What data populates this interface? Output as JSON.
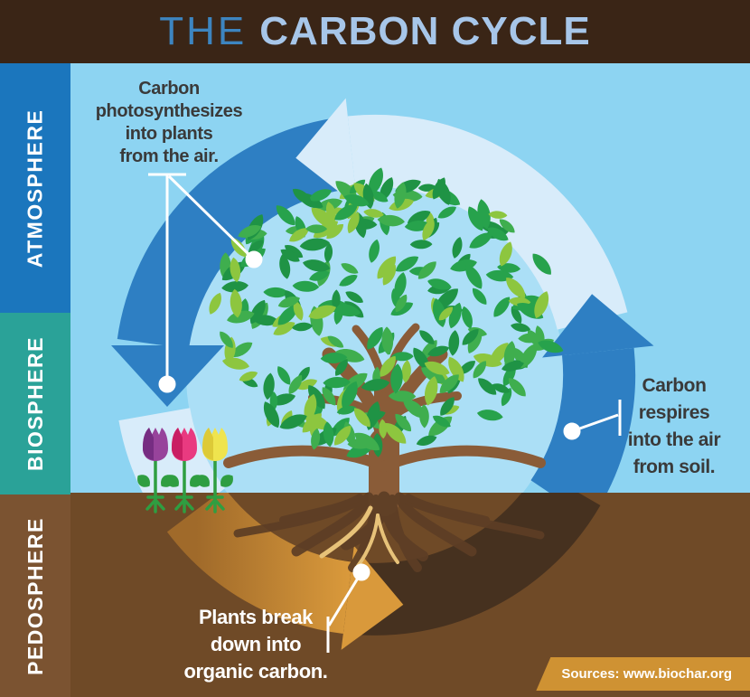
{
  "header": {
    "title_prefix": "THE",
    "title_main": "CARBON CYCLE",
    "bg": "#3a2516",
    "prefix_color": "#3d85c0",
    "main_color": "#a7c6e9"
  },
  "zones": [
    {
      "label": "ATMOSPHERE",
      "color": "#1b76bd"
    },
    {
      "label": "BIOSPHERE",
      "color": "#2aa298"
    },
    {
      "label": "PEDOSPHERE",
      "color": "#7b5331"
    }
  ],
  "scene": {
    "sky": "#8dd4f2",
    "inner_sky": "#abdff6",
    "soil": "#6f4a27"
  },
  "cycle": {
    "direction": "counterclockwise",
    "arrows": [
      {
        "name": "air-arrow",
        "segment": "top",
        "points": "left",
        "color": "#d8ecfa"
      },
      {
        "name": "photosynthesis-arrow",
        "segment": "left",
        "points": "down",
        "color": "#2e7fc3"
      },
      {
        "name": "decomposition-arrow",
        "segment": "bottom",
        "points": "right",
        "color_start": "#a06a2a",
        "color_end": "#d9993b"
      },
      {
        "name": "soil-shadow-arc",
        "segment": "bottom-right",
        "points": "up",
        "color": "#46311f"
      },
      {
        "name": "respiration-arrow",
        "segment": "right",
        "points": "up",
        "color": "#2e7fc3"
      }
    ]
  },
  "annotations": {
    "photosynthesis": {
      "lines": [
        "Carbon",
        "photosynthesizes",
        "into plants",
        "from the air."
      ],
      "color": "#3a3a3a"
    },
    "respiration": {
      "lines": [
        "Carbon",
        "respires",
        "into the air",
        "from soil."
      ],
      "color": "#3a3a3a"
    },
    "decomposition": {
      "lines": [
        "Plants break",
        "down into",
        "organic carbon."
      ],
      "color": "#ffffff"
    }
  },
  "tree": {
    "trunk_color": "#8a5c38",
    "root_color": "#5d3e25",
    "root_highlight": "#e7c279",
    "leaf_colors": [
      "#27a24c",
      "#8dc63f",
      "#3fae4e",
      "#1f9345"
    ]
  },
  "flowers": {
    "stem_color": "#2f9e41",
    "tulips": [
      {
        "name": "purple-tulip",
        "color": "#97439b",
        "shade": "#762d82"
      },
      {
        "name": "pink-tulip",
        "color": "#e93a80",
        "shade": "#c91e63"
      },
      {
        "name": "yellow-tulip",
        "color": "#efe44e",
        "shade": "#ddca37"
      }
    ]
  },
  "source": {
    "label": "Sources: www.biochar.org",
    "bg": "#cf9233",
    "color": "#ffffff"
  }
}
